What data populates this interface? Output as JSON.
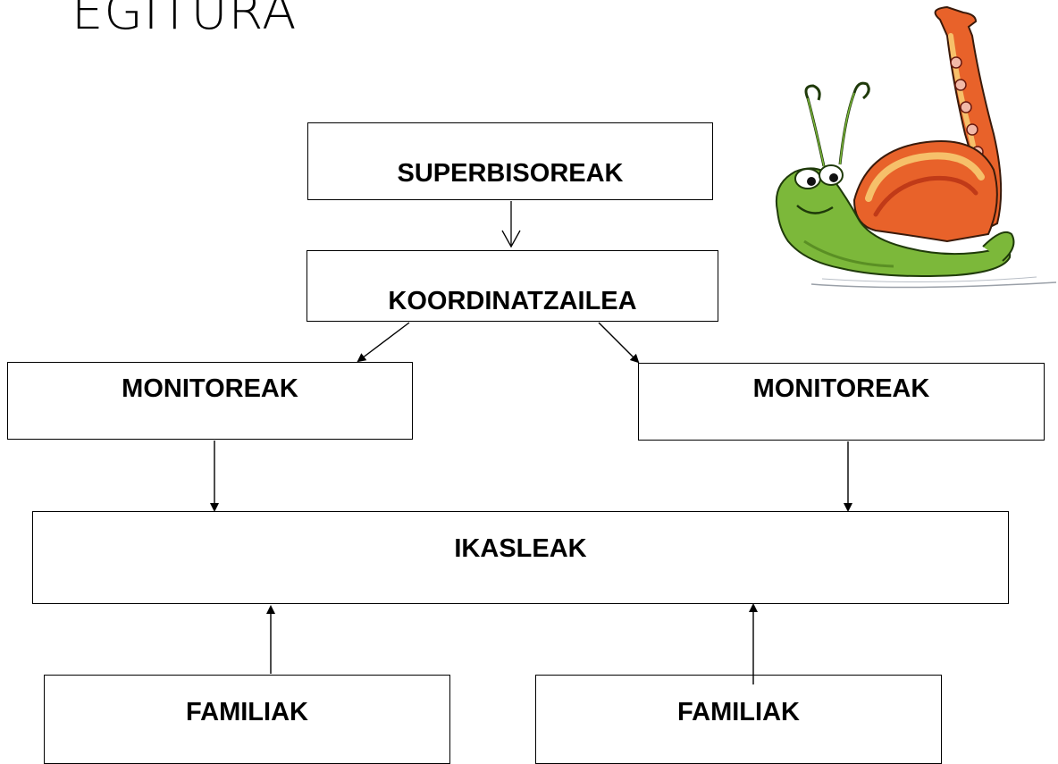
{
  "slide": {
    "title": "EGITURA"
  },
  "diagram": {
    "nodes": {
      "superbisoreak": "SUPERBISOREAK",
      "koordinatzailea": "KOORDINATZAILEA",
      "monitoreak_left": "MONITOREAK",
      "monitoreak_right": "MONITOREAK",
      "ikasleak": "IKASLEAK",
      "familiak_left": "FAMILIAK",
      "familiak_right": "FAMILIAK"
    },
    "edges": [
      {
        "from": "superbisoreak",
        "to": "koordinatzailea"
      },
      {
        "from": "koordinatzailea",
        "to": "monitoreak_left"
      },
      {
        "from": "koordinatzailea",
        "to": "monitoreak_right"
      },
      {
        "from": "monitoreak_left",
        "to": "ikasleak"
      },
      {
        "from": "monitoreak_right",
        "to": "ikasleak"
      },
      {
        "from": "familiak_left",
        "to": "ikasleak"
      },
      {
        "from": "familiak_right",
        "to": "ikasleak"
      }
    ]
  },
  "illustration": {
    "icon": "snail-saxophone-icon"
  },
  "colors": {
    "line": "#000000",
    "snail_body": "#7cb83a",
    "snail_shell": "#e8622a",
    "snail_shell_highlight": "#f6c06a"
  }
}
